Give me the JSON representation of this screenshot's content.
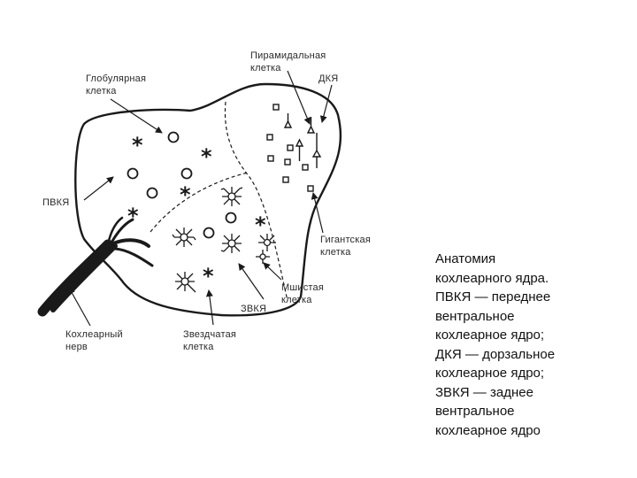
{
  "labels": {
    "globular_1": "Глобулярная",
    "globular_2": "клетка",
    "pyramidal_1": "Пирамидальная",
    "pyramidal_2": "клетка",
    "dcn": "ДКЯ",
    "avcn": "ПВКЯ",
    "giant_1": "Гигантская",
    "giant_2": "клетка",
    "octopus_1": "Мшистая",
    "octopus_2": "клетка",
    "pvcn": "ЗВКЯ",
    "nerve_1": "Кохлеарный",
    "nerve_2": "нерв",
    "stellate_1": "Звездчатая",
    "stellate_2": "клетка"
  },
  "caption": [
    "Анатомия",
    "кохлеарного ядра.",
    "ПВКЯ — переднее",
    "вентральное",
    "кохлеарное ядро;",
    "ДКЯ — дорзальное",
    "кохлеарное ядро;",
    "ЗВКЯ — заднее",
    "вентральное",
    "кохлеарное ядро"
  ],
  "colors": {
    "ink": "#1a1a1a",
    "text": "#2a2a2a",
    "background": "#ffffff"
  }
}
